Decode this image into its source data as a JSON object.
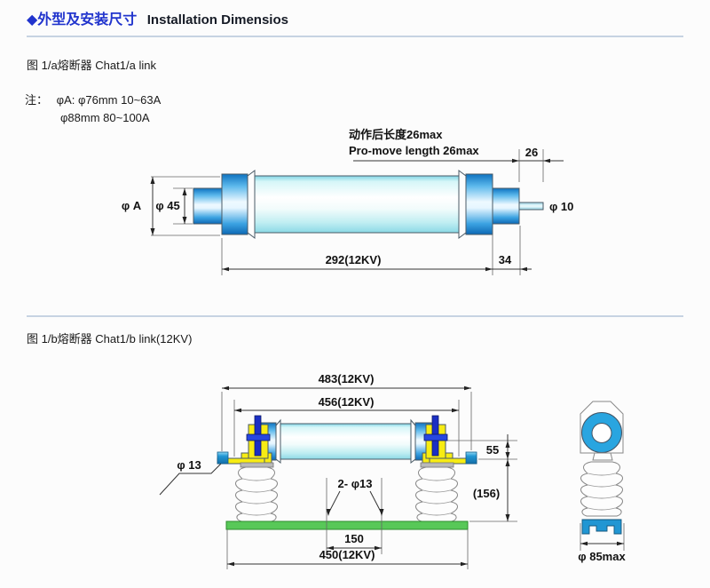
{
  "header": {
    "title_zh": "◆外型及安装尺寸",
    "title_en": "Installation Dimensios"
  },
  "fig_a": {
    "caption": "图 1/a熔断器 Chat1/a link",
    "note_label": "注：",
    "note1": "φA: φ76mm 10~63A",
    "note2": "φ88mm  80~100A",
    "move_zh": "动作后长度26max",
    "move_en": "Pro-move length 26max",
    "dim_26": "26",
    "dim_a": "φ A",
    "dim_45": "φ 45",
    "dim_10": "φ 10",
    "dim_292": "292(12KV)",
    "dim_34": "34"
  },
  "fig_b": {
    "caption": "图 1/b熔断器 Chat1/b link(12KV)",
    "dim_483": "483(12KV)",
    "dim_456": "456(12KV)",
    "dim_13": "φ 13",
    "dim_2x13": "2- φ13",
    "dim_55": "55",
    "dim_156": "(156)",
    "dim_150": "150",
    "dim_450": "450(12KV)",
    "dim_85": "φ 85max"
  },
  "colors": {
    "title_blue": "#2134cd",
    "divider_blue": "#92aac9",
    "body_cyan": "#bfeef2",
    "cap_blue": "#1486cd",
    "clamp_yellow": "#f7ec13",
    "bolt_blue": "#1b2fc4",
    "stud_blue": "#1d90cf",
    "base_green": "#58c858",
    "ring_azure": "#29a5e0",
    "bracket_blue": "#2196d3"
  }
}
